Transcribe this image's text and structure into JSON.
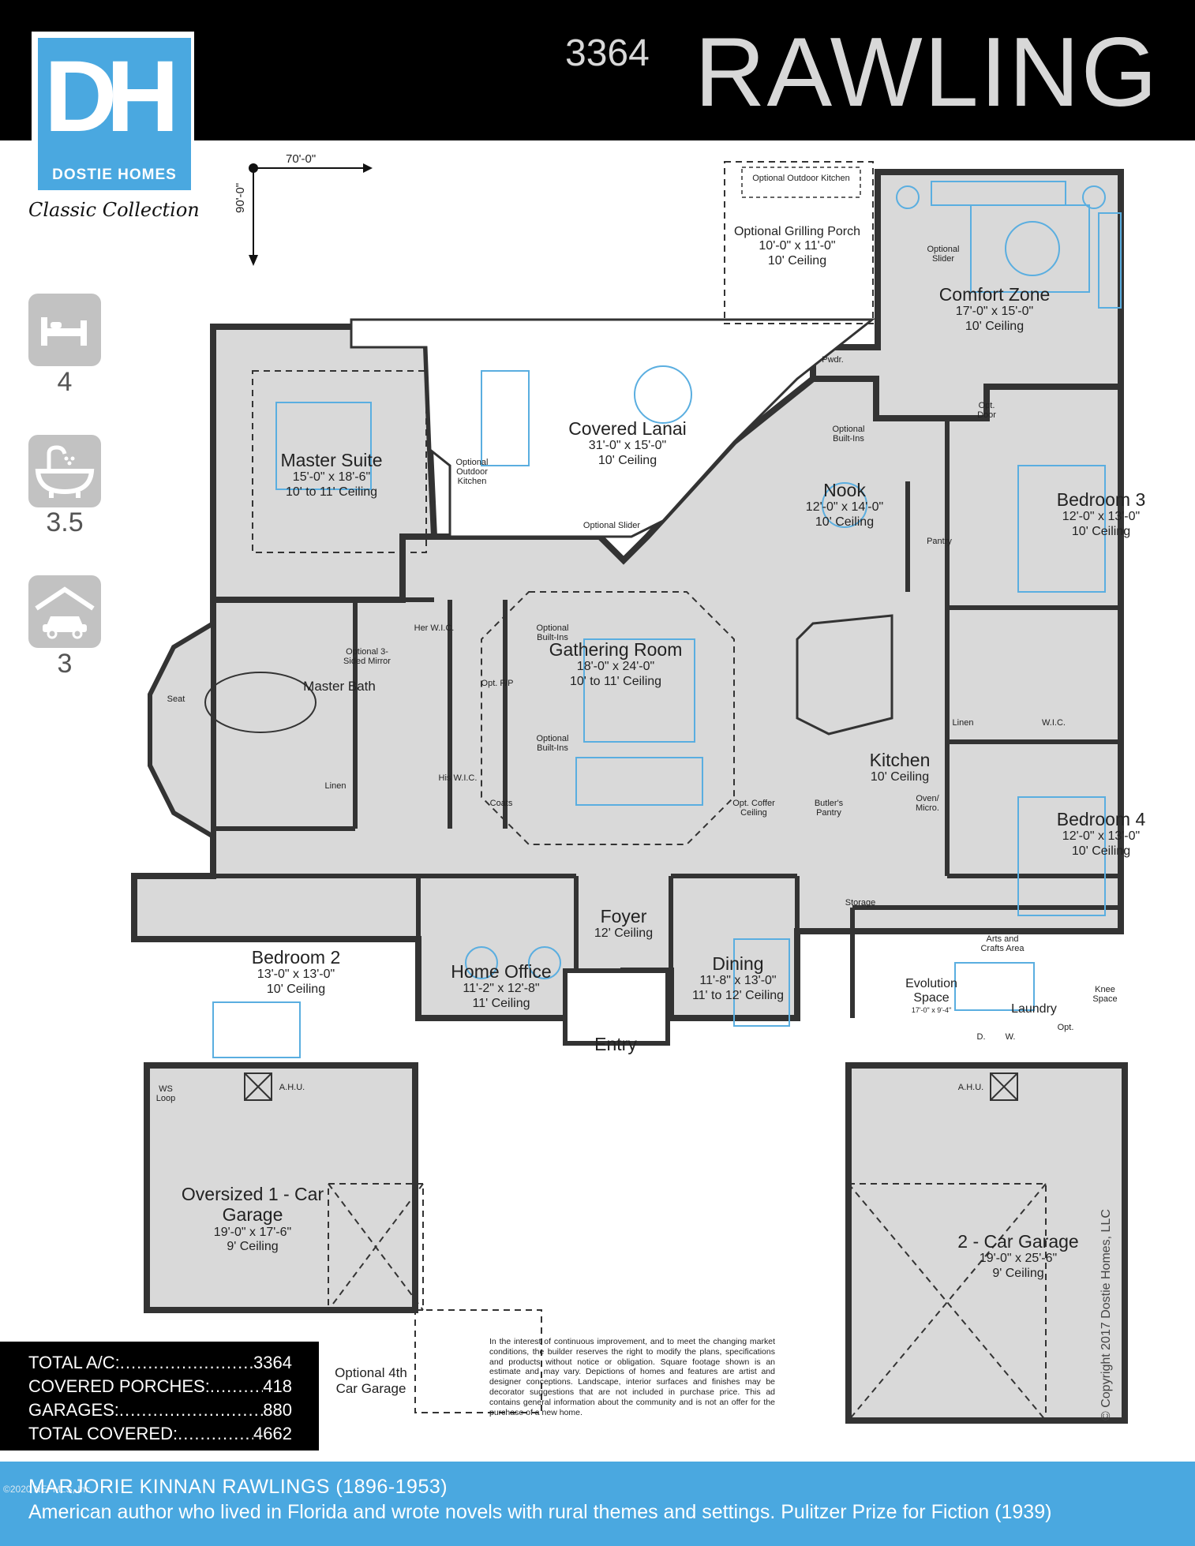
{
  "header": {
    "brand_letters": "DH",
    "brand_name": "DOSTIE HOMES",
    "collection": "Classic Collection",
    "plan_number": "3364",
    "plan_name": "RAWLING"
  },
  "dimensions": {
    "width": "70'-0\"",
    "depth": "90'-0\""
  },
  "stats": [
    {
      "icon": "bed-icon",
      "value": "4"
    },
    {
      "icon": "bathtub-icon",
      "value": "3.5"
    },
    {
      "icon": "car-garage-icon",
      "value": "3"
    }
  ],
  "rooms": {
    "comfort_zone": {
      "name": "Comfort Zone",
      "size": "17'-0\" x 15'-0\"",
      "ceiling": "10' Ceiling"
    },
    "grilling_porch": {
      "name": "Optional Grilling Porch",
      "size": "10'-0\" x 11'-0\"",
      "ceiling": "10' Ceiling"
    },
    "covered_lanai": {
      "name": "Covered Lanai",
      "size": "31'-0\" x 15'-0\"",
      "ceiling": "10' Ceiling"
    },
    "master_suite": {
      "name": "Master Suite",
      "size": "15'-0\" x 18'-6\"",
      "ceiling": "10' to 11' Ceiling"
    },
    "nook": {
      "name": "Nook",
      "size": "12'-0\" x 14'-0\"",
      "ceiling": "10' Ceiling"
    },
    "bedroom3": {
      "name": "Bedroom 3",
      "size": "12'-0\" x 13'-0\"",
      "ceiling": "10' Ceiling"
    },
    "gathering": {
      "name": "Gathering Room",
      "size": "18'-0\" x 24'-0\"",
      "ceiling": "10' to 11' Ceiling"
    },
    "master_bath": {
      "name": "Master Bath"
    },
    "kitchen": {
      "name": "Kitchen",
      "ceiling": "10' Ceiling"
    },
    "bedroom4": {
      "name": "Bedroom 4",
      "size": "12'-0\" x 13'-0\"",
      "ceiling": "10' Ceiling"
    },
    "bedroom2": {
      "name": "Bedroom 2",
      "size": "13'-0\" x 13'-0\"",
      "ceiling": "10' Ceiling"
    },
    "home_office": {
      "name": "Home Office",
      "size": "11'-2\" x 12'-8\"",
      "ceiling": "11' Ceiling"
    },
    "foyer": {
      "name": "Foyer",
      "ceiling": "12' Ceiling"
    },
    "dining": {
      "name": "Dining",
      "size": "11'-8\" x 13'-0\"",
      "ceiling": "11' to 12' Ceiling"
    },
    "evolution": {
      "name": "Evolution Space",
      "size": "17'-0\" x 9'-4\""
    },
    "laundry": {
      "name": "Laundry"
    },
    "entry": {
      "name": "Entry"
    },
    "garage1": {
      "name": "Oversized 1 - Car Garage",
      "size": "19'-0\" x 17'-6\"",
      "ceiling": "9' Ceiling"
    },
    "garage2": {
      "name": "2 - Car Garage",
      "size": "19'-0\" x 25'-6\"",
      "ceiling": "9' Ceiling"
    }
  },
  "small_labels": {
    "outdoor_kitchen_top": "Optional Outdoor Kitchen",
    "optional_slider_right": "Optional Slider",
    "optional_slider_lanai": "Optional Slider",
    "outdoor_kitchen_lanai": "Optional Outdoor Kitchen",
    "pwdr": "Pwdr.",
    "opt_door": "Opt. Door",
    "optional_built_ins_nook": "Optional Built-Ins",
    "pantry": "Pantry",
    "her_wic": "Her W.I.C.",
    "three_sided_mirror": "Optional 3-Sided Mirror",
    "seat": "Seat",
    "optional_built_ins_1": "Optional Built-Ins",
    "opt_fp": "Opt. F/P",
    "optional_built_ins_2": "Optional Built-Ins",
    "linen_bath": "Linen",
    "his_wic": "His W.I.C.",
    "coats": "Coats",
    "coffer": "Opt. Coffer Ceiling",
    "butlers": "Butler's Pantry",
    "oven": "Oven/ Micro.",
    "linen_hall": "Linen",
    "wic_bed": "W.I.C.",
    "storage": "Storage",
    "arts_crafts": "Arts and Crafts Area",
    "knee_space": "Knee Space",
    "dryer": "D.",
    "washer": "W.",
    "opt_sink": "Opt.",
    "ws_loop": "WS Loop",
    "ahu_left": "A.H.U.",
    "ahu_right": "A.H.U."
  },
  "totals": [
    {
      "label": "TOTAL A/C: ",
      "value": "3364"
    },
    {
      "label": "COVERED PORCHES: ",
      "value": " 418"
    },
    {
      "label": "GARAGES: ",
      "value": " 880"
    },
    {
      "label": "TOTAL COVERED: ",
      "value": "4662"
    }
  ],
  "optional_garage": "Optional 4th Car Garage",
  "disclaimer": "In the interest of continuous improvement, and to meet the changing market conditions, the builder reserves the right to modify the plans, specifications and products without notice or obligation. Square footage shown is an estimate and may vary. Depictions of homes and features are artist and designer conceptions. Landscape, interior surfaces and finishes may be decorator suggestions that are not included in purchase price. This ad contains general information about the community and is not an offer for the purchase of a new home.",
  "copyright": "© Copyright 2017 Dostie Homes, LLC",
  "footer": {
    "line1": "MARJORIE KINNAN RAWLINGS (1896-1953)",
    "line2": "American author who lived in Florida and wrote novels with rural themes and settings.  Pulitzer Prize for Fiction (1939)",
    "mls": "©2020 NEFMLS, Inc."
  },
  "colors": {
    "header_bg": "#000000",
    "brand_blue": "#4aa8e0",
    "floor_fill": "#d9d9d9",
    "wall": "#333333",
    "furniture": "#5aaee0",
    "heading_gray": "#d8d8d8"
  }
}
